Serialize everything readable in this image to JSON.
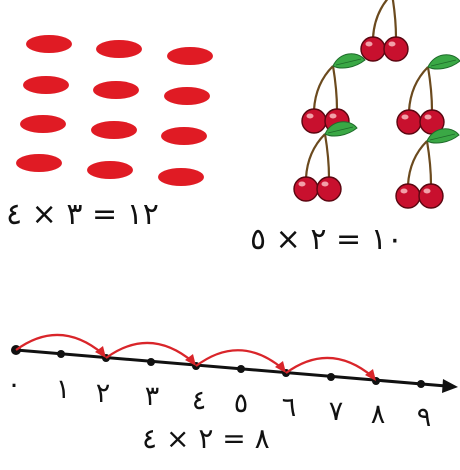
{
  "equations": {
    "counters": "١٢ = ٣ × ٤",
    "cherries": "١٠ = ٢ × ٥",
    "number_line": "٨ = ٢ × ٤"
  },
  "counters": {
    "rows": 4,
    "columns": 3,
    "color": "#e01b24"
  },
  "cherries": {
    "bunches": 5,
    "cherries_per_bunch": 2,
    "fruit_color": "#c8102e",
    "leaf_color": "#3aa845"
  },
  "number_line": {
    "labels": [
      "٠",
      "١",
      "٢",
      "٣",
      "٤",
      "٥",
      "٦",
      "٧",
      "٨",
      "٩"
    ],
    "jump_size": 2,
    "jumps": 4,
    "arrow_color": "#d9252a",
    "line_color": "#111111"
  }
}
